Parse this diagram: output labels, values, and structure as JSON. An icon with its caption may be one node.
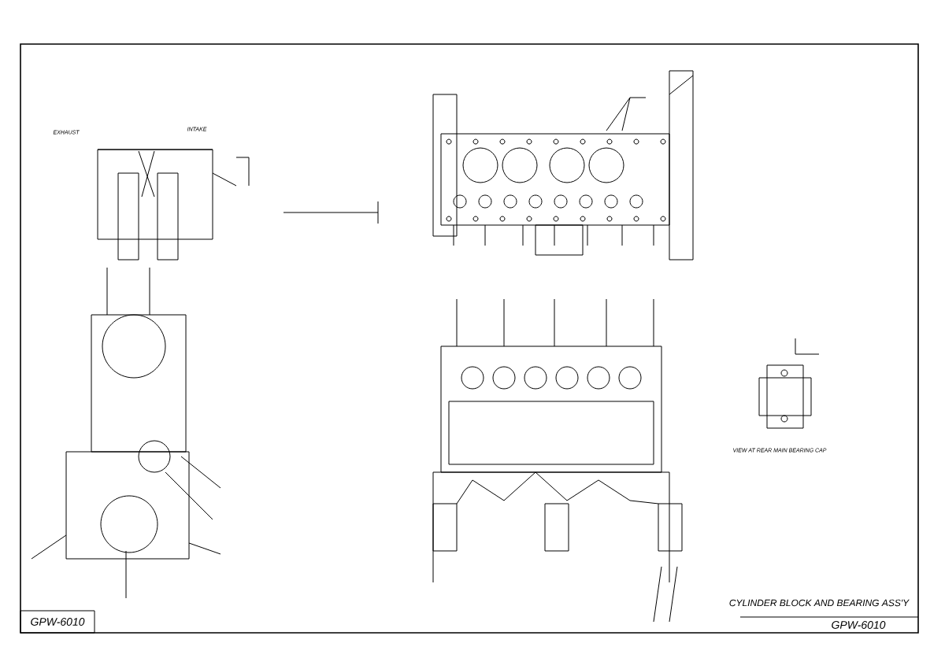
{
  "diagram": {
    "title": "CYLINDER BLOCK AND BEARING ASS'Y",
    "labels": [
      "EXHAUST",
      "INTAKE",
      "VIEW AT REAR MAIN BEARING CAP",
      "GPW-6010",
      "GPW-6010"
    ]
  }
}
